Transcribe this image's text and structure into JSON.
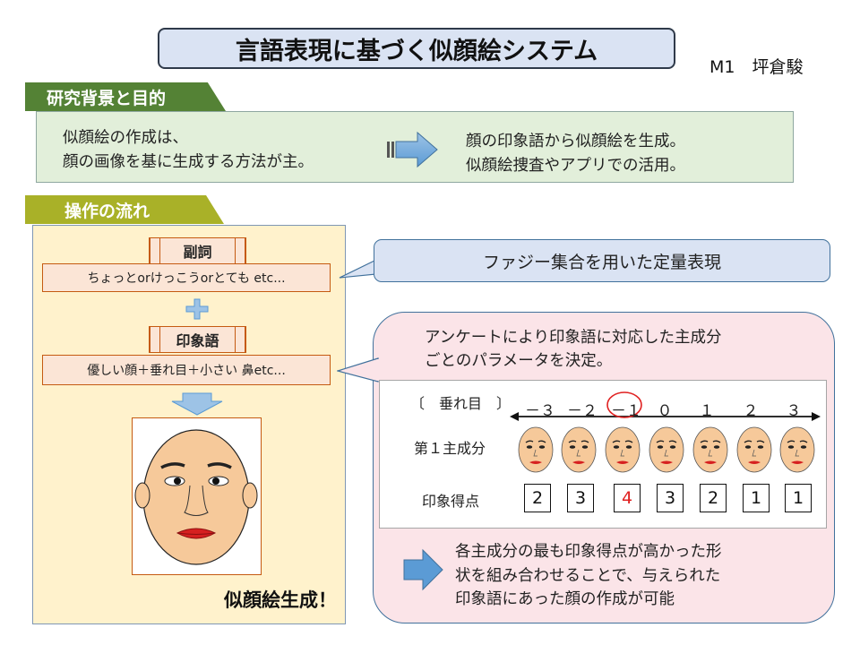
{
  "title": "言語表現に基づく似顔絵システム",
  "author": "M1　坪倉駿",
  "background_section": {
    "tab_label": "研究背景と目的",
    "left_lines": [
      "似顔絵の作成は、",
      "顔の画像を基に生成する方法が主。"
    ],
    "right_lines": [
      "顔の印象語から似顔絵を生成。",
      "似顔絵捜査やアプリでの活用。"
    ]
  },
  "flow_section": {
    "tab_label": "操作の流れ",
    "adverb_header": "副詞",
    "adverb_text": "ちょっとorけっこうorとても etc...",
    "impression_header": "印象語",
    "impression_text": "優しい顔＋垂れ目＋小さい 鼻etc...",
    "generate_label": "似顔絵生成！"
  },
  "fuzzy_callout": "ファジー集合を用いた定量表現",
  "pca_section": {
    "intro_lines": [
      "アンケートにより印象語に対応した主成分",
      "ごとのパラメータを決定。"
    ],
    "tare_label": "〔　垂れ目　〕",
    "axis_values": [
      "－３",
      "－２",
      "－１",
      "０",
      "１",
      "２",
      "３"
    ],
    "highlighted_axis_index": 2,
    "pc_row_label": "第１主成分",
    "score_row_label": "印象得点",
    "scores": [
      "2",
      "3",
      "4",
      "3",
      "2",
      "1",
      "1"
    ],
    "highlighted_score_index": 2,
    "result_lines": [
      "各主成分の最も印象得点が高かった形",
      "状を組み合わせることで、与えられた",
      "印象語にあった顔の作成が可能"
    ]
  },
  "colors": {
    "green_tab": "#548235",
    "olive_tab": "#a9b128",
    "arrow_blue": "#5b9bd5",
    "highlight_red": "#e02020"
  }
}
